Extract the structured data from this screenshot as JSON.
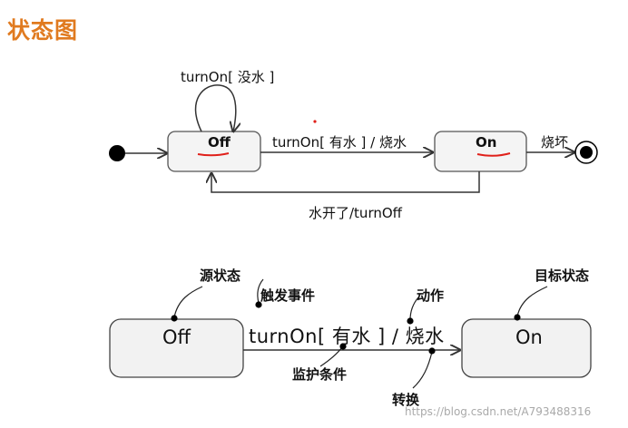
{
  "title": "状态图",
  "top": {
    "self_loop_label": "turnOn[ 没水 ]",
    "state_off": "Off",
    "state_on": "On",
    "transition_label": "turnOn[ 有水 ] / 烧水",
    "final_label": "烧坏",
    "return_label": "水开了/turnOff"
  },
  "bottom": {
    "state_off": "Off",
    "state_on": "On",
    "transition_text": "turnOn[ 有水 ] / 烧水",
    "callout_source": "源状态",
    "callout_event": "触发事件",
    "callout_action": "动作",
    "callout_target": "目标状态",
    "callout_guard": "监护条件",
    "callout_transition": "转换"
  },
  "watermark": "https://blog.csdn.net/A793488316",
  "colors": {
    "title": "#e07a1f",
    "underline": "#e0201a",
    "state_fill": "#f2f2f2",
    "line": "#333333"
  }
}
